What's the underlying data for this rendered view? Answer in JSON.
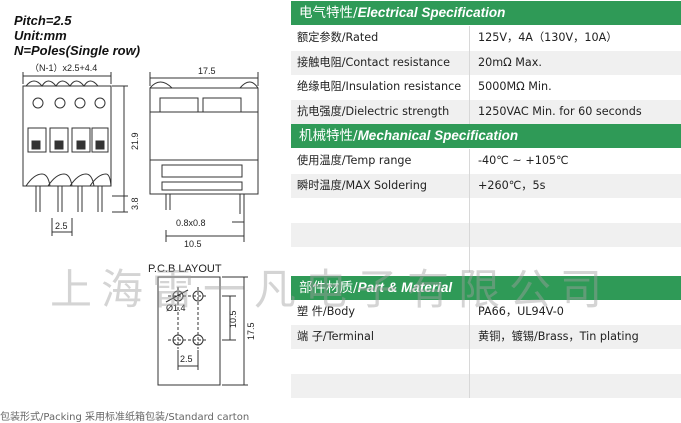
{
  "specs": {
    "pitch": "Pitch=2.5",
    "unit": "Unit:mm",
    "poles": "N=Poles(Single row)"
  },
  "drawing": {
    "dim_top": "（N-1）x2.5+4.4",
    "dim_height": "21.9",
    "dim_pin": "3.8",
    "dim_pitch": "2.5",
    "dim_side_width": "17.5",
    "dim_pin_size": "0.8x0.8",
    "dim_base": "10.5"
  },
  "pcb": {
    "title": "P.C.B  LAYOUT",
    "hole": "Ø1.4",
    "dim_inner": "10.5",
    "dim_outer": "17.5",
    "dim_pitch": "2.5"
  },
  "electrical": {
    "title_cn": "电气特性/",
    "title_en": "Electrical Specification",
    "rows": [
      {
        "label": "额定参数/Rated",
        "value": "125V，4A（130V，10A）"
      },
      {
        "label": "接触电阻/Contact resistance",
        "value": "20mΩ  Max."
      },
      {
        "label": "绝缘电阻/Insulation  resistance",
        "value": "5000MΩ  Min."
      },
      {
        "label": "抗电强度/Dielectric  strength",
        "value": "1250VAC Min. for 60 seconds"
      }
    ]
  },
  "mechanical": {
    "title_cn": "机械特性/",
    "title_en": "Mechanical Specification",
    "rows": [
      {
        "label": "使用温度/Temp  range",
        "value": "-40℃  ~  +105℃"
      },
      {
        "label": "瞬时温度/MAX Soldering",
        "value": "+260℃，5s"
      },
      {
        "label": "",
        "value": ""
      },
      {
        "label": "",
        "value": ""
      }
    ]
  },
  "material": {
    "title_cn": "部件材质/",
    "title_en": "Part & Material",
    "rows": [
      {
        "label": "塑     件/Body",
        "value": "PA66，UL94V-0"
      },
      {
        "label": "端     子/Terminal",
        "value": "黄铜，镀锡/Brass，Tin plating"
      }
    ]
  },
  "watermark": "上海雷一凡电子有限公司",
  "footer": "包装形式/Packing   采用标准纸箱包装/Standard carton"
}
